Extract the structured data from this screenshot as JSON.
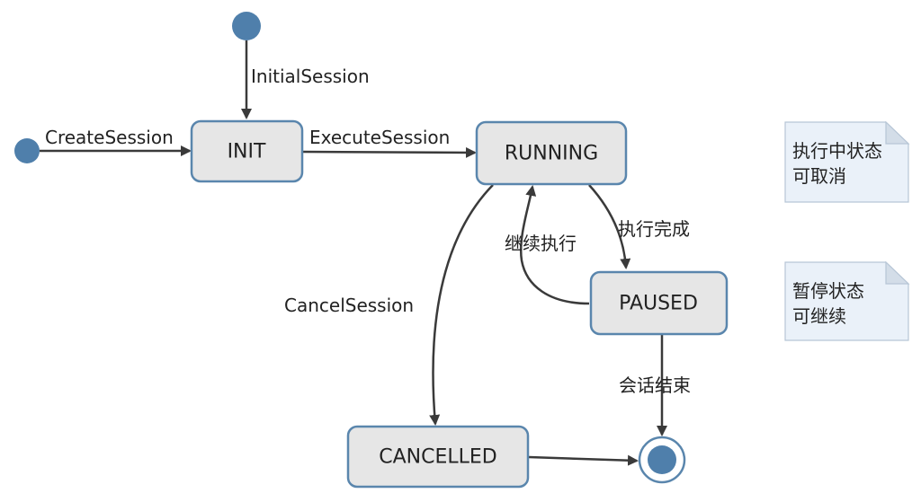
{
  "states": {
    "init": "INIT",
    "running": "RUNNING",
    "paused": "PAUSED",
    "cancelled": "CANCELLED"
  },
  "transitions": {
    "initial_session": "InitialSession",
    "create_session": "CreateSession",
    "execute_session": "ExecuteSession",
    "execute_done": "执行完成",
    "continue_exec": "继续执行",
    "cancel_session": "CancelSession",
    "session_end": "会话结束"
  },
  "notes": {
    "running_note": [
      "执行中状态",
      "可取消"
    ],
    "paused_note": [
      "暂停状态",
      "可继续"
    ]
  },
  "colors": {
    "state_fill": "#e6e6e6",
    "state_border": "#5a86ad",
    "pseudo_state": "#4f7fab",
    "note_fill": "#eaf1f9"
  }
}
